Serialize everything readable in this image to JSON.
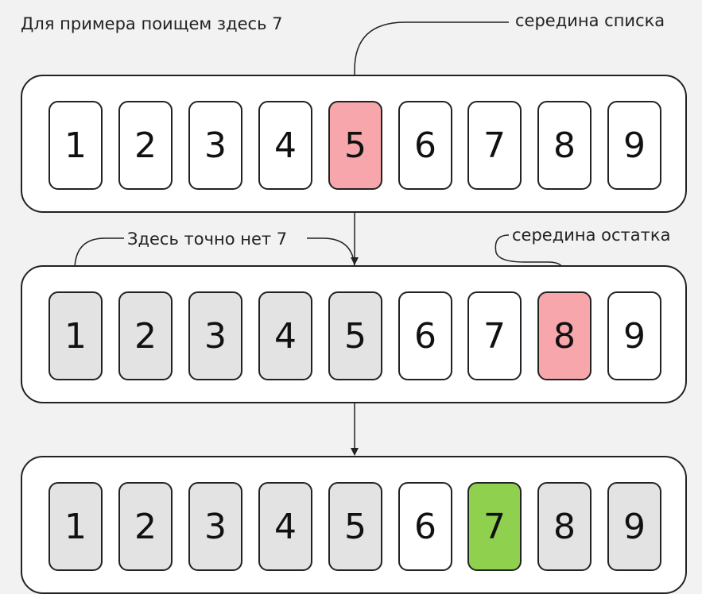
{
  "caption": "Для примера поищем здесь 7",
  "annotations": {
    "middle_list": "середина списка",
    "definitely_not": "Здесь точно нет 7",
    "middle_rest": "середина остатка"
  },
  "colors": {
    "white": "#ffffff",
    "gray": "#e3e3e3",
    "red": "#f7a6ab",
    "green": "#8fd14f"
  },
  "rows": [
    {
      "cells": [
        {
          "value": "1",
          "state": "white"
        },
        {
          "value": "2",
          "state": "white"
        },
        {
          "value": "3",
          "state": "white"
        },
        {
          "value": "4",
          "state": "white"
        },
        {
          "value": "5",
          "state": "red"
        },
        {
          "value": "6",
          "state": "white"
        },
        {
          "value": "7",
          "state": "white"
        },
        {
          "value": "8",
          "state": "white"
        },
        {
          "value": "9",
          "state": "white"
        }
      ]
    },
    {
      "cells": [
        {
          "value": "1",
          "state": "gray"
        },
        {
          "value": "2",
          "state": "gray"
        },
        {
          "value": "3",
          "state": "gray"
        },
        {
          "value": "4",
          "state": "gray"
        },
        {
          "value": "5",
          "state": "gray"
        },
        {
          "value": "6",
          "state": "white"
        },
        {
          "value": "7",
          "state": "white"
        },
        {
          "value": "8",
          "state": "red"
        },
        {
          "value": "9",
          "state": "white"
        }
      ]
    },
    {
      "cells": [
        {
          "value": "1",
          "state": "gray"
        },
        {
          "value": "2",
          "state": "gray"
        },
        {
          "value": "3",
          "state": "gray"
        },
        {
          "value": "4",
          "state": "gray"
        },
        {
          "value": "5",
          "state": "gray"
        },
        {
          "value": "6",
          "state": "white"
        },
        {
          "value": "7",
          "state": "green"
        },
        {
          "value": "8",
          "state": "gray"
        },
        {
          "value": "9",
          "state": "gray"
        }
      ]
    }
  ]
}
